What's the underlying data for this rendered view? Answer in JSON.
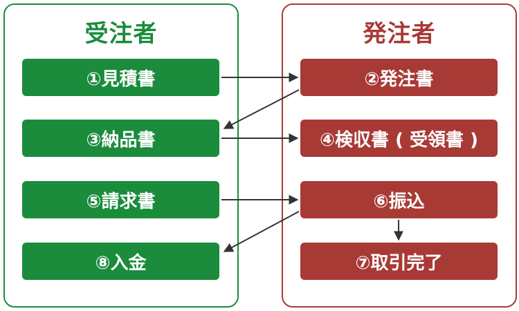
{
  "left_panel": {
    "title": "受注者",
    "color": "#1a8c3c",
    "steps": [
      {
        "label": "①見積書"
      },
      {
        "label": "③納品書"
      },
      {
        "label": "⑤請求書"
      },
      {
        "label": "⑧入金"
      }
    ]
  },
  "right_panel": {
    "title": "発注者",
    "color": "#a83a36",
    "steps": [
      {
        "label": "②発注書"
      },
      {
        "label": "④検収書 ( 受領書 )"
      },
      {
        "label": "⑥振込"
      },
      {
        "label": "⑦取引完了"
      }
    ]
  },
  "arrow_color": "#333333"
}
